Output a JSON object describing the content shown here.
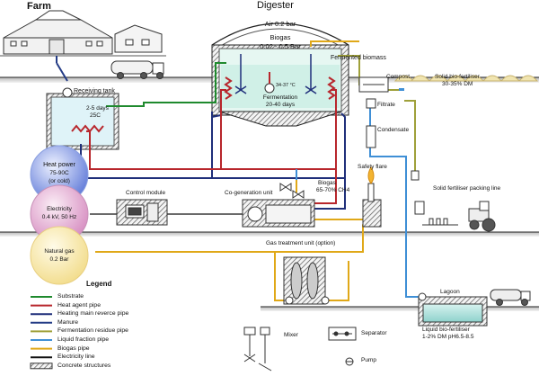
{
  "titles": {
    "farm": "Farm",
    "digester": "Digester"
  },
  "digester": {
    "air": "Air 0.2 bar",
    "biogas_title": "Biogas",
    "biogas_pressure": "0.02 - 0.5 Bar",
    "temp": "34-37 °C",
    "fermentation": "Fermentation",
    "days": "20-40 days"
  },
  "receiving_tank": {
    "label": "Receiving tank",
    "time": "2-5 days",
    "temp": "25C"
  },
  "fermented_biomass": "Fermented biomass",
  "compost": "Compost",
  "solid_biofertiliser": {
    "line1": "Solid bio-fertiliser",
    "line2": "30-35% DM"
  },
  "filtrate": "Filtrate",
  "condensate": "Condensate",
  "packing_line": "Solid fertiliser packing line",
  "safety_flare": "Safety flare",
  "biogas_ch4": {
    "line1": "Biogas",
    "line2": "65-70% CH4"
  },
  "heat_power": {
    "line1": "Heat power",
    "line2": "75-90C",
    "line3": "(or cold)"
  },
  "electricity": {
    "line1": "Electricity",
    "line2": "0.4 kV, 50 Hz"
  },
  "natural_gas": {
    "line1": "Natural gas",
    "line2": "0.2 Bar"
  },
  "control_module": "Control module",
  "cogeneration": "Co-generation unit",
  "gas_treatment": "Gas treatment unit (option)",
  "lagoon": "Lagoon",
  "liquid_biofertiliser": {
    "line1": "Liquid bio-fertiliser",
    "line2": "1-2% DM pH6.5-8.5"
  },
  "legend": {
    "title": "Legend",
    "items": [
      {
        "label": "Substrate",
        "color": "#1f8a2e",
        "style": "line"
      },
      {
        "label": "Heat agent pipe",
        "color": "#b8262c",
        "style": "line"
      },
      {
        "label": "Heating main reverce pipe",
        "color": "#1f2f7a",
        "style": "line"
      },
      {
        "label": "Manure",
        "color": "#243c86",
        "style": "line"
      },
      {
        "label": "Fermentation residue pipe",
        "color": "#9fa03a",
        "style": "line"
      },
      {
        "label": "Liquid fraction pipe",
        "color": "#3f8fd6",
        "style": "line"
      },
      {
        "label": "Biogas pipe",
        "color": "#e0a818",
        "style": "line"
      },
      {
        "label": "Electricity line",
        "color": "#111111",
        "style": "line"
      },
      {
        "label": "Concrete structures",
        "color": "#777777",
        "style": "hatch"
      }
    ]
  },
  "symbols": {
    "mixer": "Mixer",
    "separator": "Separator",
    "pump": "Pump"
  }
}
